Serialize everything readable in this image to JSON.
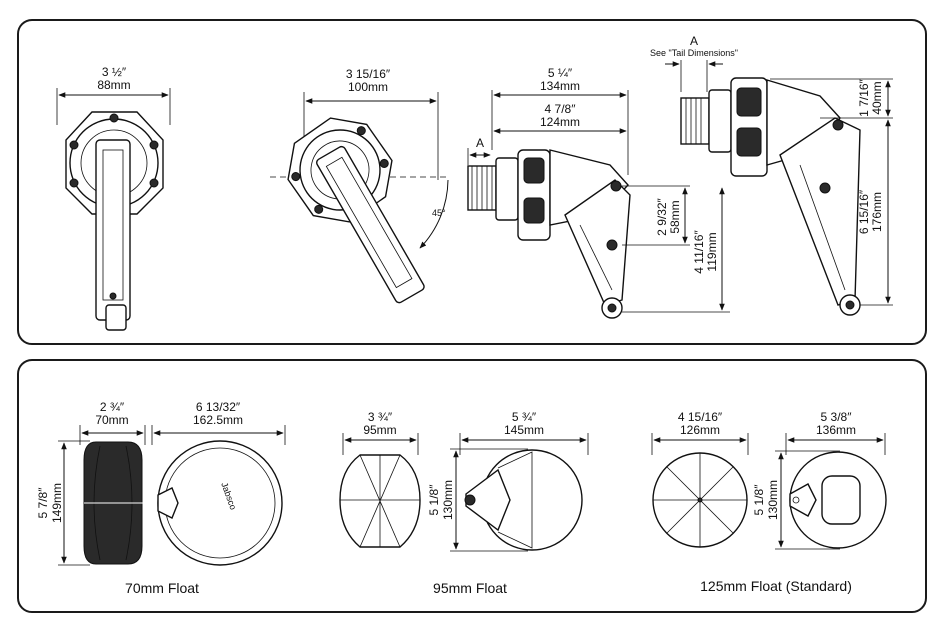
{
  "top_panel": {
    "front_view": {
      "imperial": "3 ½″",
      "metric": "88mm"
    },
    "angled_view": {
      "imperial": "3 15/16″",
      "metric": "100mm",
      "angle": "45°"
    },
    "side_view": {
      "overall_imperial": "5 ¼″",
      "overall_metric": "134mm",
      "body_imperial": "4 7/8″",
      "body_metric": "124mm",
      "tail_label": "A",
      "arm_imperial": "2 9/32″",
      "arm_metric": "58mm",
      "height_imperial": "4 11/16″",
      "height_metric": "119mm"
    },
    "raised_view": {
      "tail_label": "A",
      "tail_note": "See \"Tail Dimensions\"",
      "top_imperial": "1 7/16″",
      "top_metric": "40mm",
      "height_imperial": "6 15/16″",
      "height_metric": "176mm"
    }
  },
  "bottom_panel": {
    "float_70": {
      "caption": "70mm Float",
      "width_imperial": "2 ¾″",
      "width_metric": "70mm",
      "length_imperial": "6 13/32″",
      "length_metric": "162.5mm",
      "height_imperial": "5 7/8″",
      "height_metric": "149mm",
      "brand_text": "Jabsco"
    },
    "float_95": {
      "caption": "95mm Float",
      "width_imperial": "3 ¾″",
      "width_metric": "95mm",
      "length_imperial": "5 ¾″",
      "length_metric": "145mm",
      "height_imperial": "5 1/8″",
      "height_metric": "130mm"
    },
    "float_125": {
      "caption": "125mm Float (Standard)",
      "width_imperial": "4 15/16″",
      "width_metric": "126mm",
      "length_imperial": "5 3/8″",
      "length_metric": "136mm",
      "height_imperial": "5 1/8″",
      "height_metric": "130mm"
    }
  }
}
